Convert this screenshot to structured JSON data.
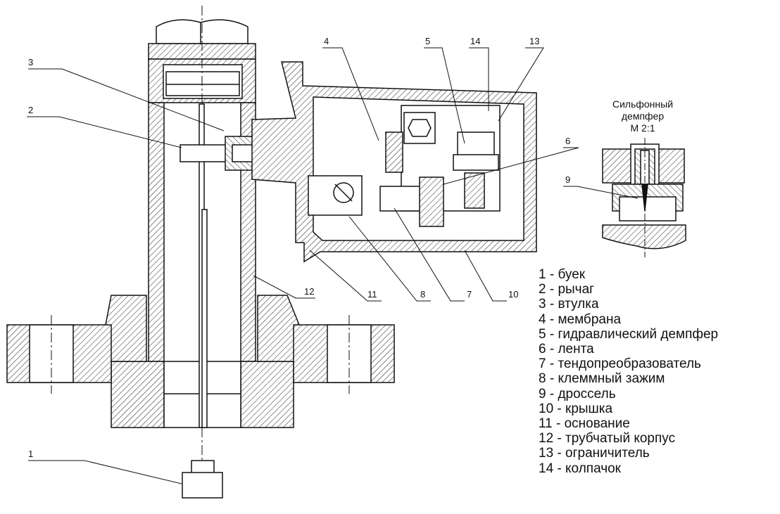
{
  "callouts": [
    "1",
    "2",
    "3",
    "4",
    "5",
    "6",
    "7",
    "8",
    "9",
    "10",
    "11",
    "12",
    "13",
    "14"
  ],
  "damper_detail": {
    "title_line1": "Сильфонный",
    "title_line2": "демпфер",
    "scale": "М 2:1"
  },
  "legend": [
    "1 - буек",
    "2 - рычаг",
    "3 - втулка",
    "4 - мембрана",
    "5 - гидравлический демпфер",
    "6 - лента",
    "7 - тендопреобразователь",
    "8 - клеммный зажим",
    "9 - дроссель",
    "10 - крышка",
    "11 - основание",
    "12 - трубчатый корпус",
    "13 - ограничитель",
    "14 - колпачок"
  ]
}
